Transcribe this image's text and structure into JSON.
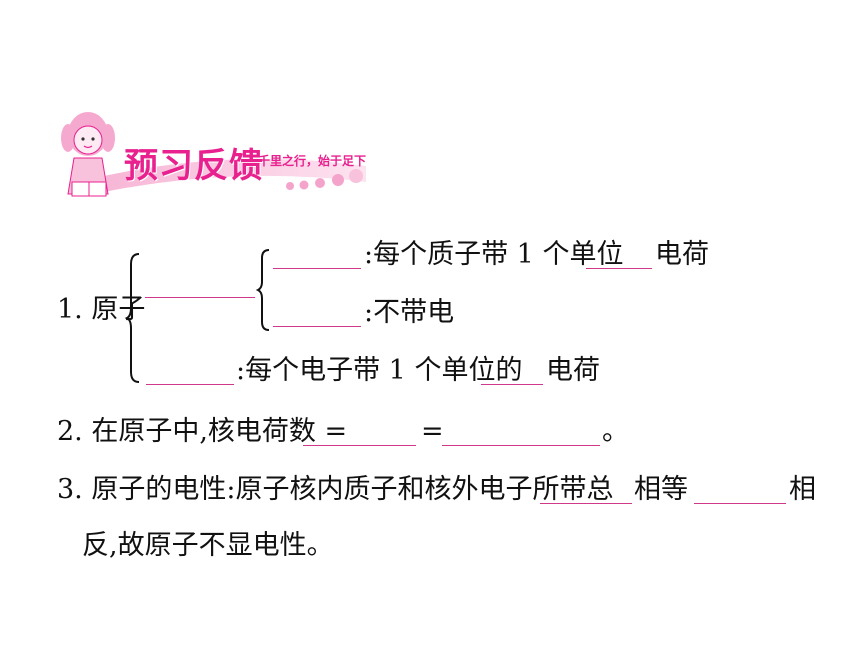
{
  "header": {
    "title": "预习反馈",
    "subtitle": "千里之行，始于足下"
  },
  "q1": {
    "number_label": "1. 原子",
    "proton_text": ":每个质子带 1 个单位",
    "proton_charge": "电荷",
    "neutron_text": ":不带电",
    "electron_text": ":每个电子带 1 个单位的",
    "electron_charge": "电荷"
  },
  "q2": {
    "text": "2. 在原子中,核电荷数 =",
    "eq": "=",
    "end": "。"
  },
  "q3": {
    "text": "3. 原子的电性:原子核内质子和核外电子所带总",
    "equal": "相等",
    "opposite": "相",
    "line2": "反,故原子不显电性。"
  },
  "colors": {
    "accent": "#e8218e",
    "blank_line": "#d0388a"
  }
}
